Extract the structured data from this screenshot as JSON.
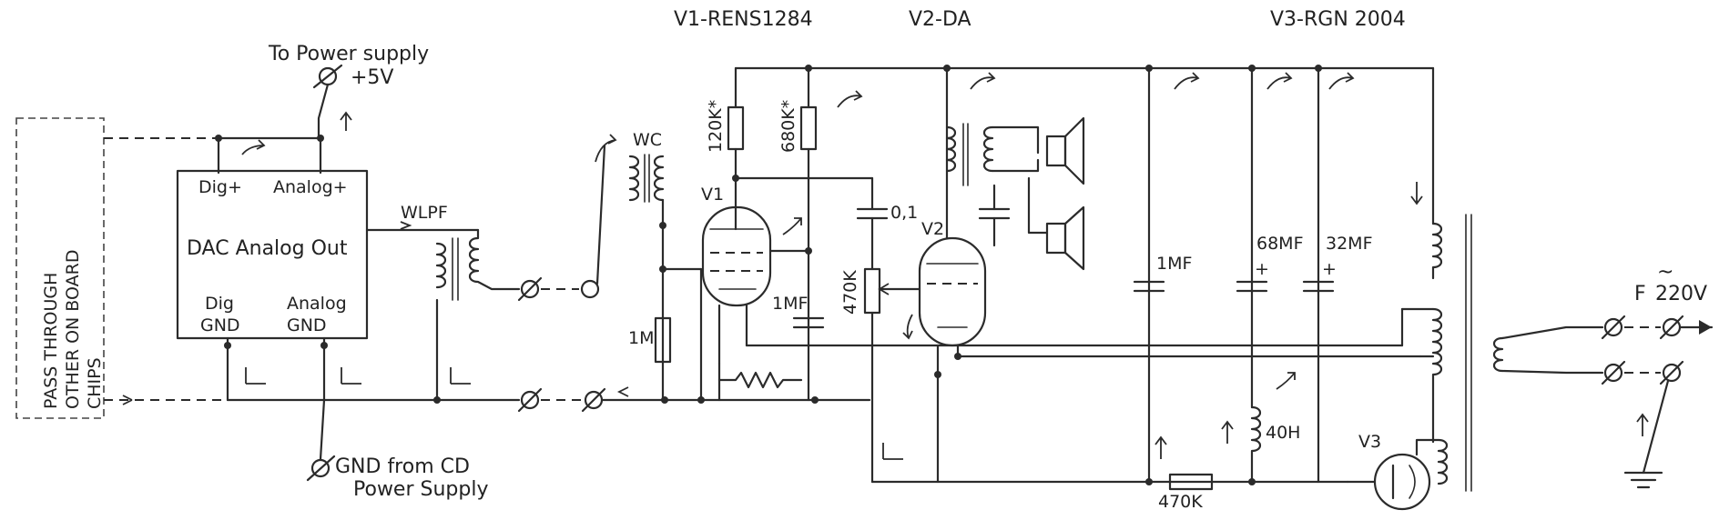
{
  "labels": {
    "to_power_supply": "To Power supply",
    "plus_5v": "+5V",
    "gnd_from_cd": "GND from CD",
    "power_supply": "Power Supply",
    "pass_through": "PASS THROUGH",
    "other_on_board": "OTHER ON BOARD",
    "chips": "CHIPS",
    "dig_plus": "Dig+",
    "analog_plus": "Analog+",
    "dac_analog_out": "DAC Analog Out",
    "dig_gnd_1": "Dig",
    "dig_gnd_2": "GND",
    "analog_gnd_1": "Analog",
    "analog_gnd_2": "GND",
    "wlpf": "WLPF",
    "wc": "WC",
    "v1_title": "V1-RENS1284",
    "v2_title": "V2-DA",
    "v3_title": "V3-RGN 2004",
    "v1": "V1",
    "v2": "V2",
    "v3": "V3",
    "r_120k": "120K*",
    "r_680k": "680K*",
    "c_01": "0,1",
    "r_470k_pot": "470K",
    "r_1m": "1M",
    "c_1mf_a": "1MF",
    "c_1mf_b": "1MF",
    "c_68mf": "68MF",
    "c_32mf": "32MF",
    "plus_a": "+",
    "plus_b": "+",
    "l_40h": "40H",
    "r_470k_bottom": "470K",
    "mains_f": "F",
    "mains_v": "220V",
    "tilde": "~"
  }
}
